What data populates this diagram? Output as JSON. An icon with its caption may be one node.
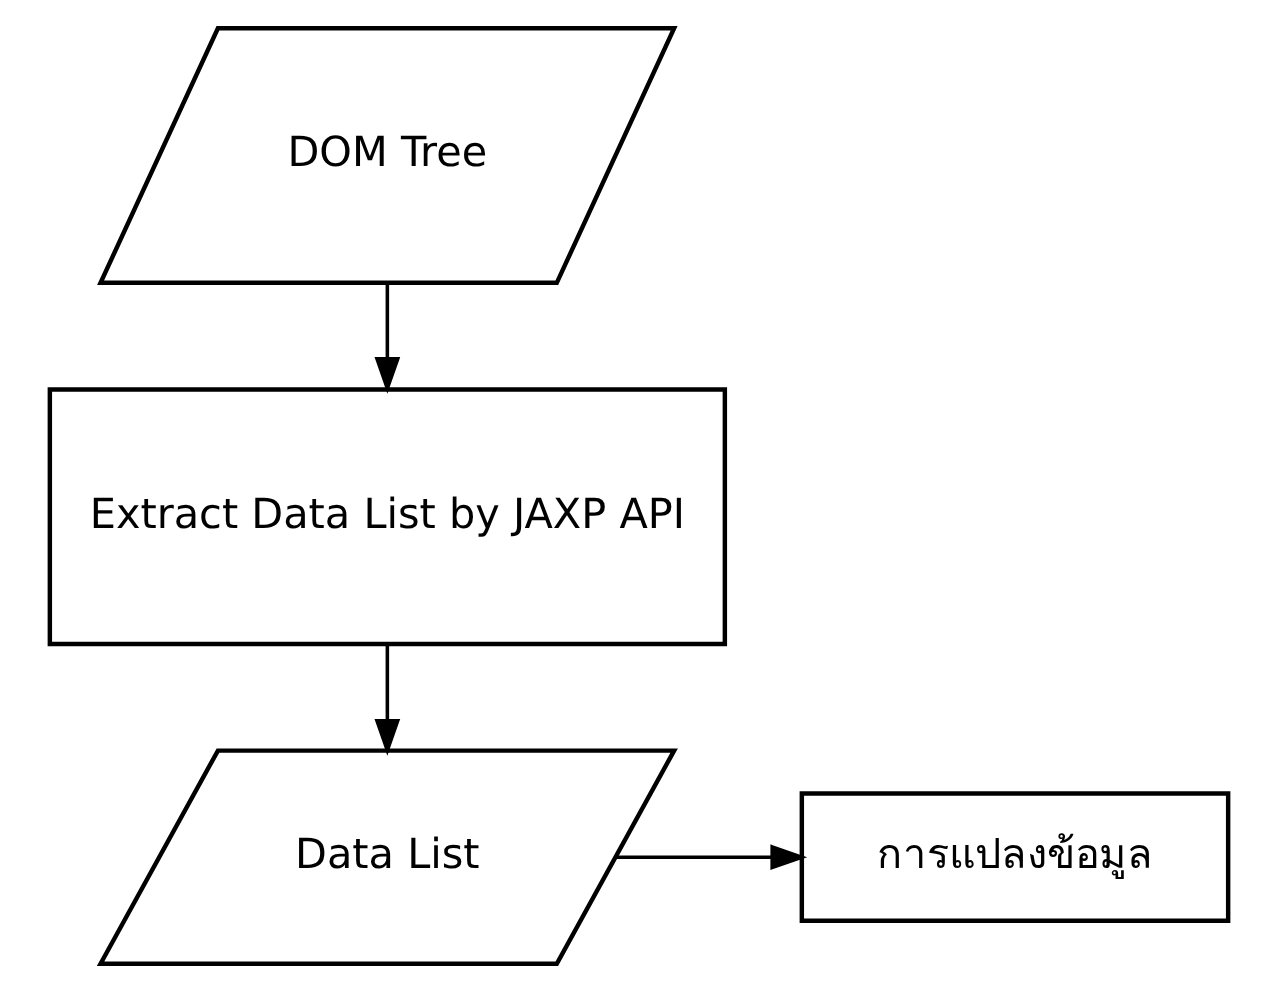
{
  "diagram": {
    "nodes": [
      {
        "text": [
          "DOM Tree"
        ]
      },
      {
        "text": [
          "Extract Data List by JAXP API"
        ]
      },
      {
        "text": [
          "Data List"
        ]
      },
      {
        "text": [
          "การแปลงข้อมูล"
        ]
      }
    ],
    "edges": [
      {
        "from": 0,
        "to": 1,
        "arrow": "to"
      },
      {
        "from": 1,
        "to": 2,
        "arrow": "to"
      },
      {
        "from": 2,
        "to": 3,
        "arrow": "to"
      }
    ]
  }
}
